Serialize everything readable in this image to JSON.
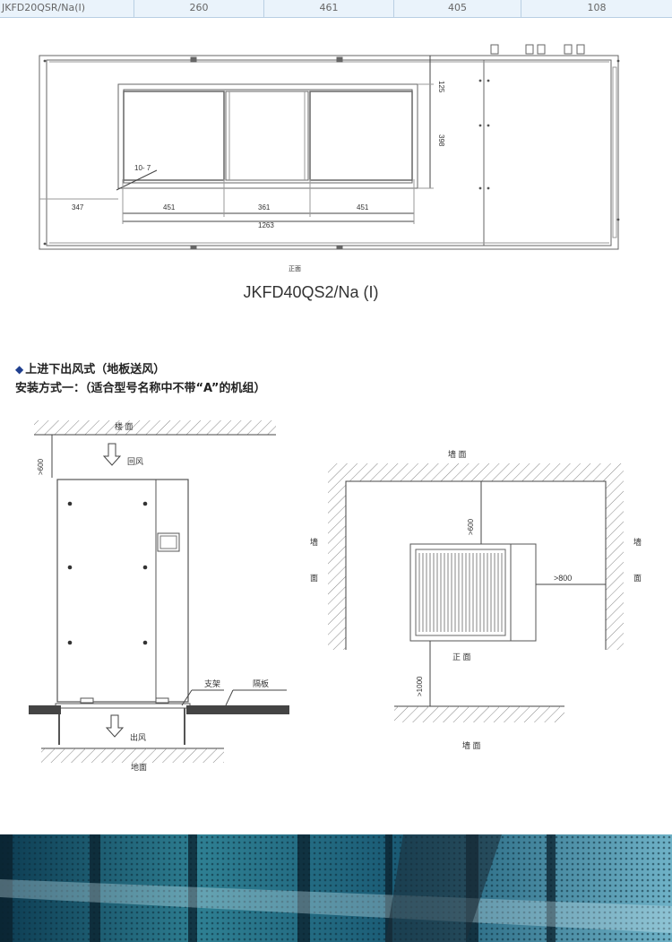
{
  "top_table": {
    "row": [
      "JKFD20QSR/Na(I)",
      "260",
      "461",
      "405",
      "108"
    ]
  },
  "top_drawing": {
    "dims": {
      "left": "347",
      "panel1": "451",
      "panel2": "361",
      "panel3": "451",
      "total": "1263",
      "top_gap": "125",
      "height": "398",
      "holes": "10- 7"
    },
    "view_label": "正面"
  },
  "model_title": "JKFD40QS2/Na (I)",
  "section": {
    "heading": "上进下出风式（地板送风）",
    "install": "安装方式一：（适合型号名称中不带“A”的机组）"
  },
  "side_drawing": {
    "ceiling": "楼 面",
    "top_clear": ">600",
    "return_air": "回风",
    "stand": "支架",
    "baffle": "隔板",
    "supply_air": "出风",
    "floor": "地面"
  },
  "plan_drawing": {
    "wall_top": "墙 面",
    "wall_left_1": "墙",
    "wall_left_2": "面",
    "wall_right_1": "墙",
    "wall_right_2": "面",
    "top_clear": ">600",
    "right_clear": ">800",
    "front": "正 面",
    "front_clear": ">1000",
    "wall_bottom": "墙 面"
  }
}
